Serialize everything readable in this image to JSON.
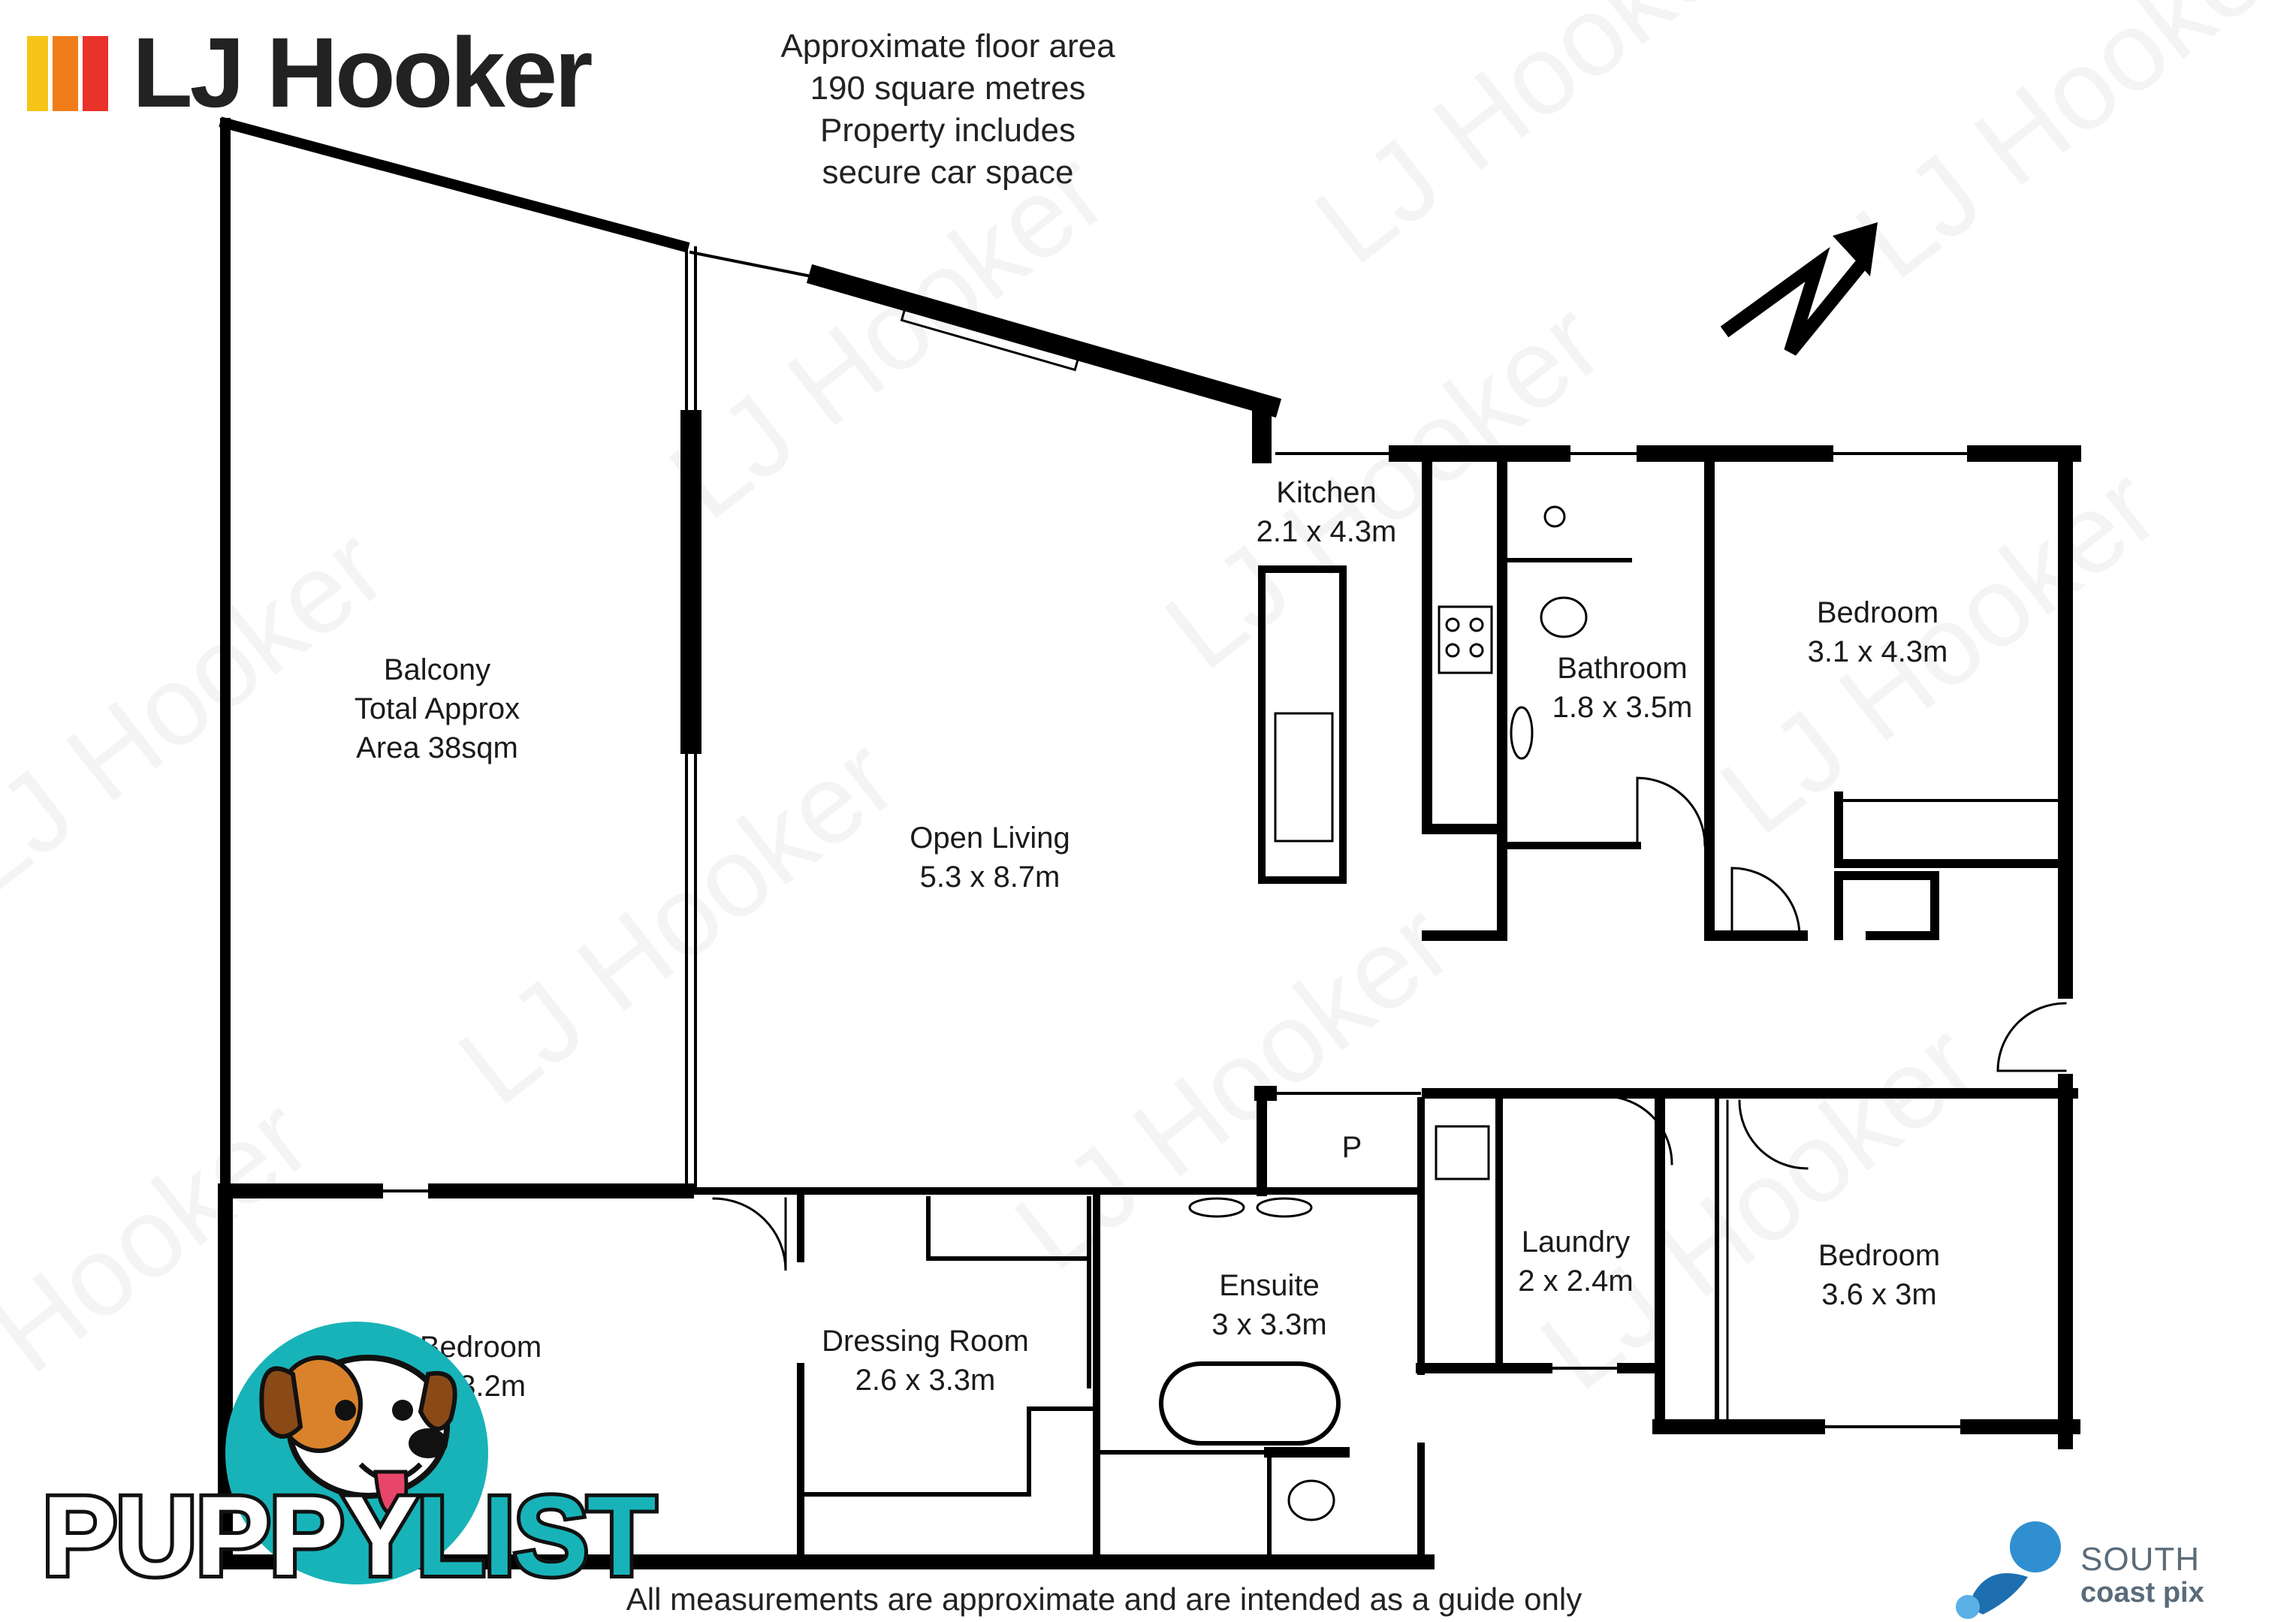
{
  "brand": {
    "name": "LJ Hooker",
    "colors": {
      "bar1": "#f5a623",
      "bar2": "#f07d1a",
      "bar3": "#e8322a"
    }
  },
  "header_note": {
    "line1": "Approximate floor area",
    "line2": "190 square metres",
    "line3": "Property includes",
    "line4": "secure car space"
  },
  "rooms": {
    "balcony": {
      "name": "Balcony",
      "line2": "Total Approx",
      "line3": "Area 38sqm"
    },
    "open_living": {
      "name": "Open Living",
      "dims": "5.3 x 8.7m"
    },
    "kitchen": {
      "name": "Kitchen",
      "dims": "2.1 x 4.3m"
    },
    "bathroom": {
      "name": "Bathroom",
      "dims": "1.8 x 3.5m"
    },
    "bedroom_ne": {
      "name": "Bedroom",
      "dims": "3.1 x 4.3m"
    },
    "bedroom_se": {
      "name": "Bedroom",
      "dims": "3.6 x 3m"
    },
    "laundry": {
      "name": "Laundry",
      "dims": "2 x 2.4m"
    },
    "ensuite": {
      "name": "Ensuite",
      "dims": "3 x 3.3m"
    },
    "dressing": {
      "name": "Dressing Room",
      "dims": "2.6 x 3.3m"
    },
    "bedroom_sw": {
      "name": "Bedroom",
      "dims": "x 3.2m"
    },
    "pantry": {
      "name": "P"
    }
  },
  "footer_note": "All measurements are approximate and are intended as a guide only",
  "watermark_text": "LJ Hooker",
  "puppylist": {
    "part1": "PUPP",
    "part2": "Y",
    "part3": "LIST",
    "accent": "#18b3b8"
  },
  "south_coast_pix": {
    "line1": "SOUTH",
    "line2": "coast pix",
    "color": "#2f8fd0"
  }
}
